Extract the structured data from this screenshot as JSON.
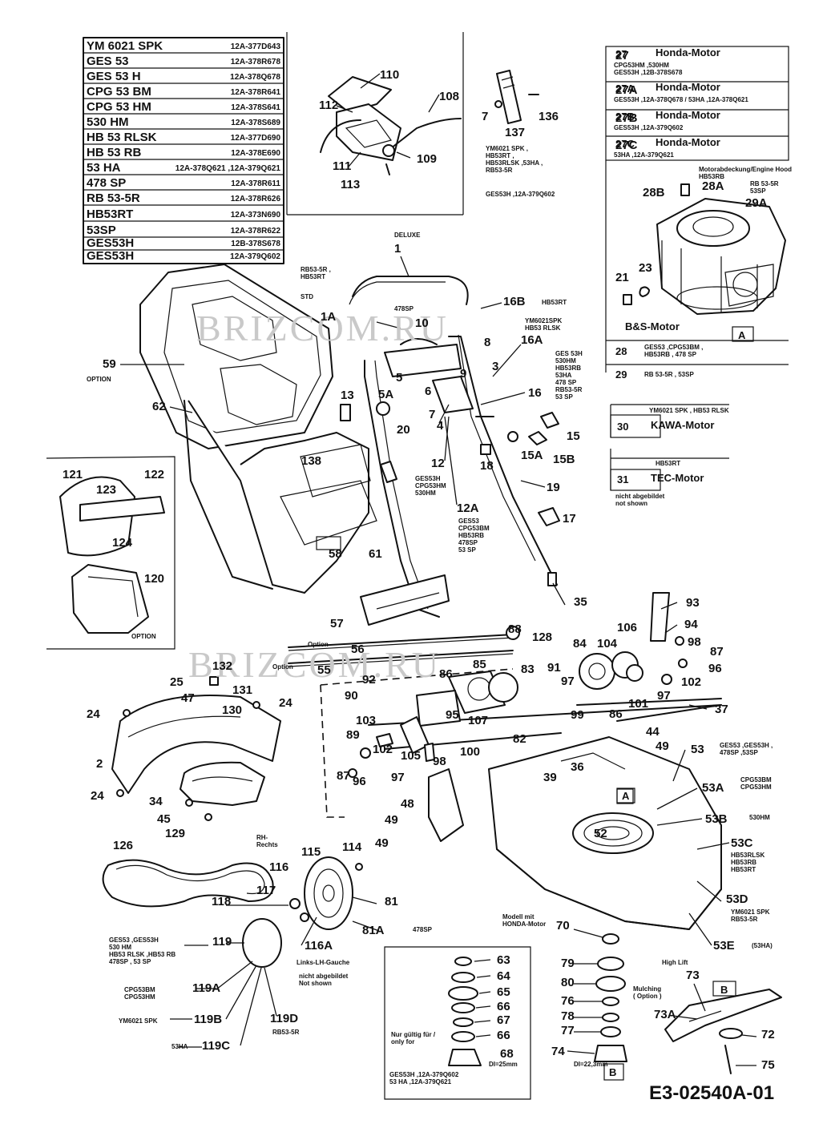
{
  "document_code": "E3-02540A-01",
  "watermark": "BRIZCOM.RU",
  "model_table": [
    {
      "model": "YM 6021 SPK",
      "code": "12A-377D643"
    },
    {
      "model": "GES 53",
      "code": "12A-378R678"
    },
    {
      "model": "GES 53 H",
      "code": "12A-378Q678"
    },
    {
      "model": "CPG 53 BM",
      "code": "12A-378R641"
    },
    {
      "model": "CPG 53 HM",
      "code": "12A-378S641"
    },
    {
      "model": "530 HM",
      "code": "12A-378S689"
    },
    {
      "model": "HB 53 RLSK",
      "code": "12A-377D690"
    },
    {
      "model": "HB 53 RB",
      "code": "12A-378E690"
    },
    {
      "model": "53 HA",
      "code": "12A-378Q621 ,12A-379Q621"
    },
    {
      "model": "478 SP",
      "code": "12A-378R611"
    },
    {
      "model": "RB 53-5R",
      "code": "12A-378R626"
    },
    {
      "model": "HB53RT",
      "code": "12A-373N690"
    },
    {
      "model": "53SP",
      "code": "12A-378R622"
    },
    {
      "model": "GES53H",
      "code": "12B-378S678"
    },
    {
      "model": "GES53H",
      "code": "12A-379Q602"
    }
  ],
  "motor_table": [
    {
      "num": "27",
      "name": "Honda-Motor",
      "note": "CPG53HM ,530HM\nGES53H ,12B-378S678"
    },
    {
      "num": "27A",
      "name": "Honda-Motor",
      "note": "GES53H ,12A-378Q678 / 53HA ,12A-378Q621"
    },
    {
      "num": "27B",
      "name": "Honda-Motor",
      "note": "GES53H ,12A-379Q602"
    },
    {
      "num": "27C",
      "name": "Honda-Motor",
      "note": "53HA ,12A-379Q621"
    }
  ],
  "engine_notes": {
    "hood": "Motorabdeckung/Engine Hood\nHB53RB",
    "rb": "RB 53-5R\n53SP",
    "bs_motor": "B&S-Motor",
    "row28_num": "28",
    "row28_note": "GES53 ,CPG53BM ,\nHB53RB , 478 SP",
    "row29_num": "29",
    "row29_note": "RB 53-5R , 53SP",
    "row30_note": "YM6021 SPK , HB53 RLSK",
    "row30_num": "30",
    "row30_name": "KAWA-Motor",
    "row31_note": "HB53RT",
    "row31_num": "31",
    "row31_name": "TEC-Motor",
    "row31_extra": "nicht abgebildet\nnot shown"
  },
  "notes": {
    "n137": "YM6021 SPK ,\nHB53RT ,\nHB53RLSK ,53HA ,\nRB53-5R",
    "n137b": "GES53H ,12A-379Q602",
    "deluxe": "DELUXE",
    "rb53": "RB53-5R ,\nHB53RT",
    "std": "STD",
    "sp478": "478SP",
    "n16b": "HB53RT",
    "n10": "YM6021SPK\nHB53 RLSK",
    "n16a": "GES 53H\n530HM\nHB53RB\n53HA\n478 SP\nRB53-5R\n53 SP",
    "n12": "GES53H\nCPG53HM\n530HM",
    "n12a": "GES53\nCPG53BM\nHB53RB\n478SP\n53 SP",
    "option59": "OPTION",
    "option120": "OPTION",
    "opt56": "Option",
    "opt55": "Option",
    "n53": "GES53 ,GES53H ,\n478SP ,53SP",
    "n53a": "CPG53BM\nCPG53HM",
    "n53b": "530HM",
    "n53c": "HB53RLSK\nHB53RB\nHB53RT",
    "n53d": "YM6021 SPK\nRB53-5R",
    "n53e": "(53HA)",
    "rh": "RH-\nRechts",
    "n116a": "Links-LH-Gauche",
    "notshown": "nicht abgebildet\nNot shown",
    "n81a": "478SP",
    "n119": "GES53 ,GES53H\n530 HM\nHB53 RLSK ,HB53 RB\n478SP , 53 SP",
    "n119a": "CPG53BM\nCPG53HM",
    "n119b": "YM6021 SPK",
    "n119c": "53HA",
    "n119d": "RB53-5R",
    "honda": "Modell mit\nHONDA-Motor",
    "onlyfor": "Nur gültig für /\nonly for",
    "onlyfor_models": "GES53H ,12A-379Q602\n53 HA  ,12A-379Q621",
    "di25": "DI=25mm",
    "di22": "DI=22,3mm",
    "highlift": "High Lift",
    "mulching": "Mulching\n( Option )"
  },
  "refs": {
    "A": "A",
    "B": "B"
  },
  "labels": [
    [
      "110",
      474,
      98
    ],
    [
      "108",
      548,
      125
    ],
    [
      "112",
      398,
      136
    ],
    [
      "109",
      520,
      203
    ],
    [
      "111",
      415,
      212
    ],
    [
      "113",
      425,
      235
    ],
    [
      "7",
      601,
      150
    ],
    [
      "136",
      672,
      150
    ],
    [
      "137",
      630,
      170
    ],
    [
      "1",
      492,
      315
    ],
    [
      "1A",
      400,
      400
    ],
    [
      "10",
      518,
      408
    ],
    [
      "16B",
      628,
      381
    ],
    [
      "16A",
      650,
      429
    ],
    [
      "8",
      604,
      432
    ],
    [
      "9",
      574,
      471
    ],
    [
      "3",
      614,
      462
    ],
    [
      "6",
      530,
      493
    ],
    [
      "5",
      494,
      476
    ],
    [
      "5A",
      472,
      497
    ],
    [
      "4",
      545,
      536
    ],
    [
      "7",
      535,
      522
    ],
    [
      "20",
      495,
      541
    ],
    [
      "16",
      659,
      495
    ],
    [
      "13",
      425,
      498
    ],
    [
      "12",
      538,
      583
    ],
    [
      "18",
      599,
      586
    ],
    [
      "15A",
      650,
      573
    ],
    [
      "15",
      707,
      549
    ],
    [
      "15B",
      690,
      578
    ],
    [
      "19",
      682,
      613
    ],
    [
      "12A",
      570,
      639
    ],
    [
      "17",
      702,
      652
    ],
    [
      "35",
      716,
      756
    ],
    [
      "59",
      128,
      459
    ],
    [
      "62",
      190,
      512
    ],
    [
      "138",
      376,
      580
    ],
    [
      "58",
      410,
      696
    ],
    [
      "61",
      460,
      696
    ],
    [
      "57",
      412,
      783
    ],
    [
      "121",
      78,
      597
    ],
    [
      "122",
      180,
      597
    ],
    [
      "123",
      120,
      616
    ],
    [
      "124",
      140,
      682
    ],
    [
      "120",
      180,
      727
    ],
    [
      "56",
      438,
      815
    ],
    [
      "55",
      396,
      841
    ],
    [
      "88",
      634,
      790
    ],
    [
      "128",
      664,
      800
    ],
    [
      "93",
      856,
      757
    ],
    [
      "94",
      854,
      784
    ],
    [
      "106",
      770,
      788
    ],
    [
      "84",
      715,
      808
    ],
    [
      "104",
      745,
      808
    ],
    [
      "85",
      590,
      834
    ],
    [
      "83",
      650,
      840
    ],
    [
      "86",
      548,
      846
    ],
    [
      "91",
      683,
      838
    ],
    [
      "98",
      858,
      806
    ],
    [
      "87",
      886,
      818
    ],
    [
      "96",
      884,
      839
    ],
    [
      "92",
      452,
      853
    ],
    [
      "90",
      430,
      873
    ],
    [
      "97",
      700,
      855
    ],
    [
      "99",
      712,
      897
    ],
    [
      "101",
      784,
      883
    ],
    [
      "86",
      760,
      896
    ],
    [
      "102",
      850,
      856
    ],
    [
      "97",
      820,
      873
    ],
    [
      "107",
      584,
      904
    ],
    [
      "95",
      556,
      897
    ],
    [
      "37",
      892,
      890
    ],
    [
      "103",
      444,
      904
    ],
    [
      "89",
      432,
      922
    ],
    [
      "102",
      465,
      940
    ],
    [
      "105",
      500,
      948
    ],
    [
      "98",
      540,
      955
    ],
    [
      "100",
      574,
      943
    ],
    [
      "82",
      640,
      927
    ],
    [
      "87",
      420,
      973
    ],
    [
      "96",
      440,
      980
    ],
    [
      "97",
      488,
      975
    ],
    [
      "44",
      806,
      918
    ],
    [
      "49",
      818,
      936
    ],
    [
      "36",
      712,
      962
    ],
    [
      "39",
      678,
      975
    ],
    [
      "53",
      862,
      940
    ],
    [
      "53A",
      876,
      988
    ],
    [
      "53B",
      880,
      1027
    ],
    [
      "52",
      741,
      1045
    ],
    [
      "53C",
      912,
      1057
    ],
    [
      "53D",
      906,
      1127
    ],
    [
      "53E",
      890,
      1185
    ],
    [
      "48",
      500,
      1008
    ],
    [
      "49",
      480,
      1028
    ],
    [
      "49",
      468,
      1057
    ],
    [
      "132",
      265,
      836
    ],
    [
      "131",
      290,
      866
    ],
    [
      "25",
      212,
      856
    ],
    [
      "47",
      226,
      876
    ],
    [
      "130",
      277,
      891
    ],
    [
      "24",
      108,
      896
    ],
    [
      "24",
      348,
      882
    ],
    [
      "2",
      120,
      958
    ],
    [
      "24",
      113,
      998
    ],
    [
      "34",
      186,
      1005
    ],
    [
      "45",
      196,
      1027
    ],
    [
      "129",
      206,
      1045
    ],
    [
      "126",
      141,
      1060
    ],
    [
      "115",
      376,
      1068
    ],
    [
      "116",
      336,
      1087
    ],
    [
      "114",
      427,
      1062
    ],
    [
      "117",
      320,
      1116
    ],
    [
      "118",
      264,
      1130
    ],
    [
      "81",
      480,
      1130
    ],
    [
      "81A",
      452,
      1166
    ],
    [
      "116A",
      380,
      1185
    ],
    [
      "119",
      265,
      1180
    ],
    [
      "119A",
      240,
      1238
    ],
    [
      "119B",
      242,
      1277
    ],
    [
      "119D",
      337,
      1276
    ],
    [
      "119C",
      252,
      1310
    ],
    [
      "70",
      694,
      1160
    ],
    [
      "79",
      700,
      1207
    ],
    [
      "80",
      700,
      1231
    ],
    [
      "76",
      700,
      1254
    ],
    [
      "78",
      700,
      1273
    ],
    [
      "77",
      700,
      1291
    ],
    [
      "74",
      688,
      1317
    ],
    [
      "63",
      620,
      1203
    ],
    [
      "64",
      620,
      1223
    ],
    [
      "65",
      620,
      1243
    ],
    [
      "66",
      620,
      1261
    ],
    [
      "67",
      620,
      1278
    ],
    [
      "66",
      620,
      1297
    ],
    [
      "68",
      624,
      1320
    ],
    [
      "73",
      856,
      1222
    ],
    [
      "73A",
      816,
      1271
    ],
    [
      "72",
      950,
      1296
    ],
    [
      "75",
      950,
      1334
    ],
    [
      "27",
      768,
      74
    ],
    [
      "27A",
      768,
      117
    ],
    [
      "27B",
      768,
      152
    ],
    [
      "27C",
      768,
      186
    ],
    [
      "28B",
      802,
      245
    ],
    [
      "28A",
      876,
      237
    ],
    [
      "29A",
      930,
      258
    ],
    [
      "23",
      797,
      339
    ],
    [
      "21",
      768,
      351
    ]
  ]
}
